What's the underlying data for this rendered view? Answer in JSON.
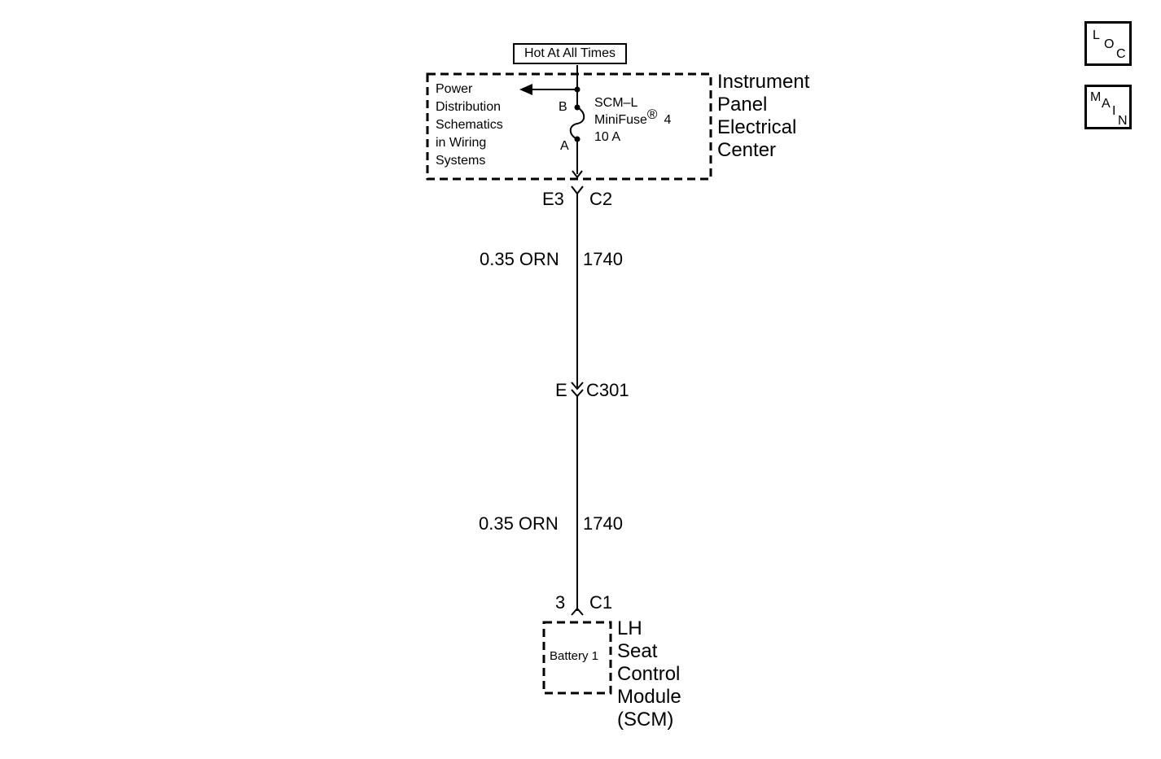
{
  "header": {
    "hot_label": "Hot At All Times"
  },
  "nav": {
    "loc": {
      "letters": [
        "L",
        "O",
        "C"
      ]
    },
    "main": {
      "letters": [
        "M",
        "A",
        "I",
        "N"
      ]
    }
  },
  "fuse_block": {
    "name_lines": [
      "Instrument",
      "Panel",
      "Electrical",
      "Center"
    ],
    "ref_lines": [
      "Power",
      "Distribution",
      "Schematics",
      "in Wiring",
      "Systems"
    ],
    "fuse_lines": [
      "SCM–L",
      "MiniFuse",
      "10 A"
    ],
    "fuse_mark": "®",
    "fuse_number": "4",
    "terminal_b": "B",
    "terminal_a": "A"
  },
  "connectors": {
    "c2": {
      "pin": "E3",
      "name": "C2"
    },
    "c301": {
      "pin": "E",
      "name": "C301"
    },
    "c1": {
      "pin": "3",
      "name": "C1"
    }
  },
  "wires": [
    {
      "spec": "0.35 ORN",
      "circuit": "1740"
    },
    {
      "spec": "0.35 ORN",
      "circuit": "1740"
    }
  ],
  "module": {
    "name_lines": [
      "LH",
      "Seat",
      "Control",
      "Module",
      "(SCM)"
    ],
    "terminal": "Battery 1"
  }
}
